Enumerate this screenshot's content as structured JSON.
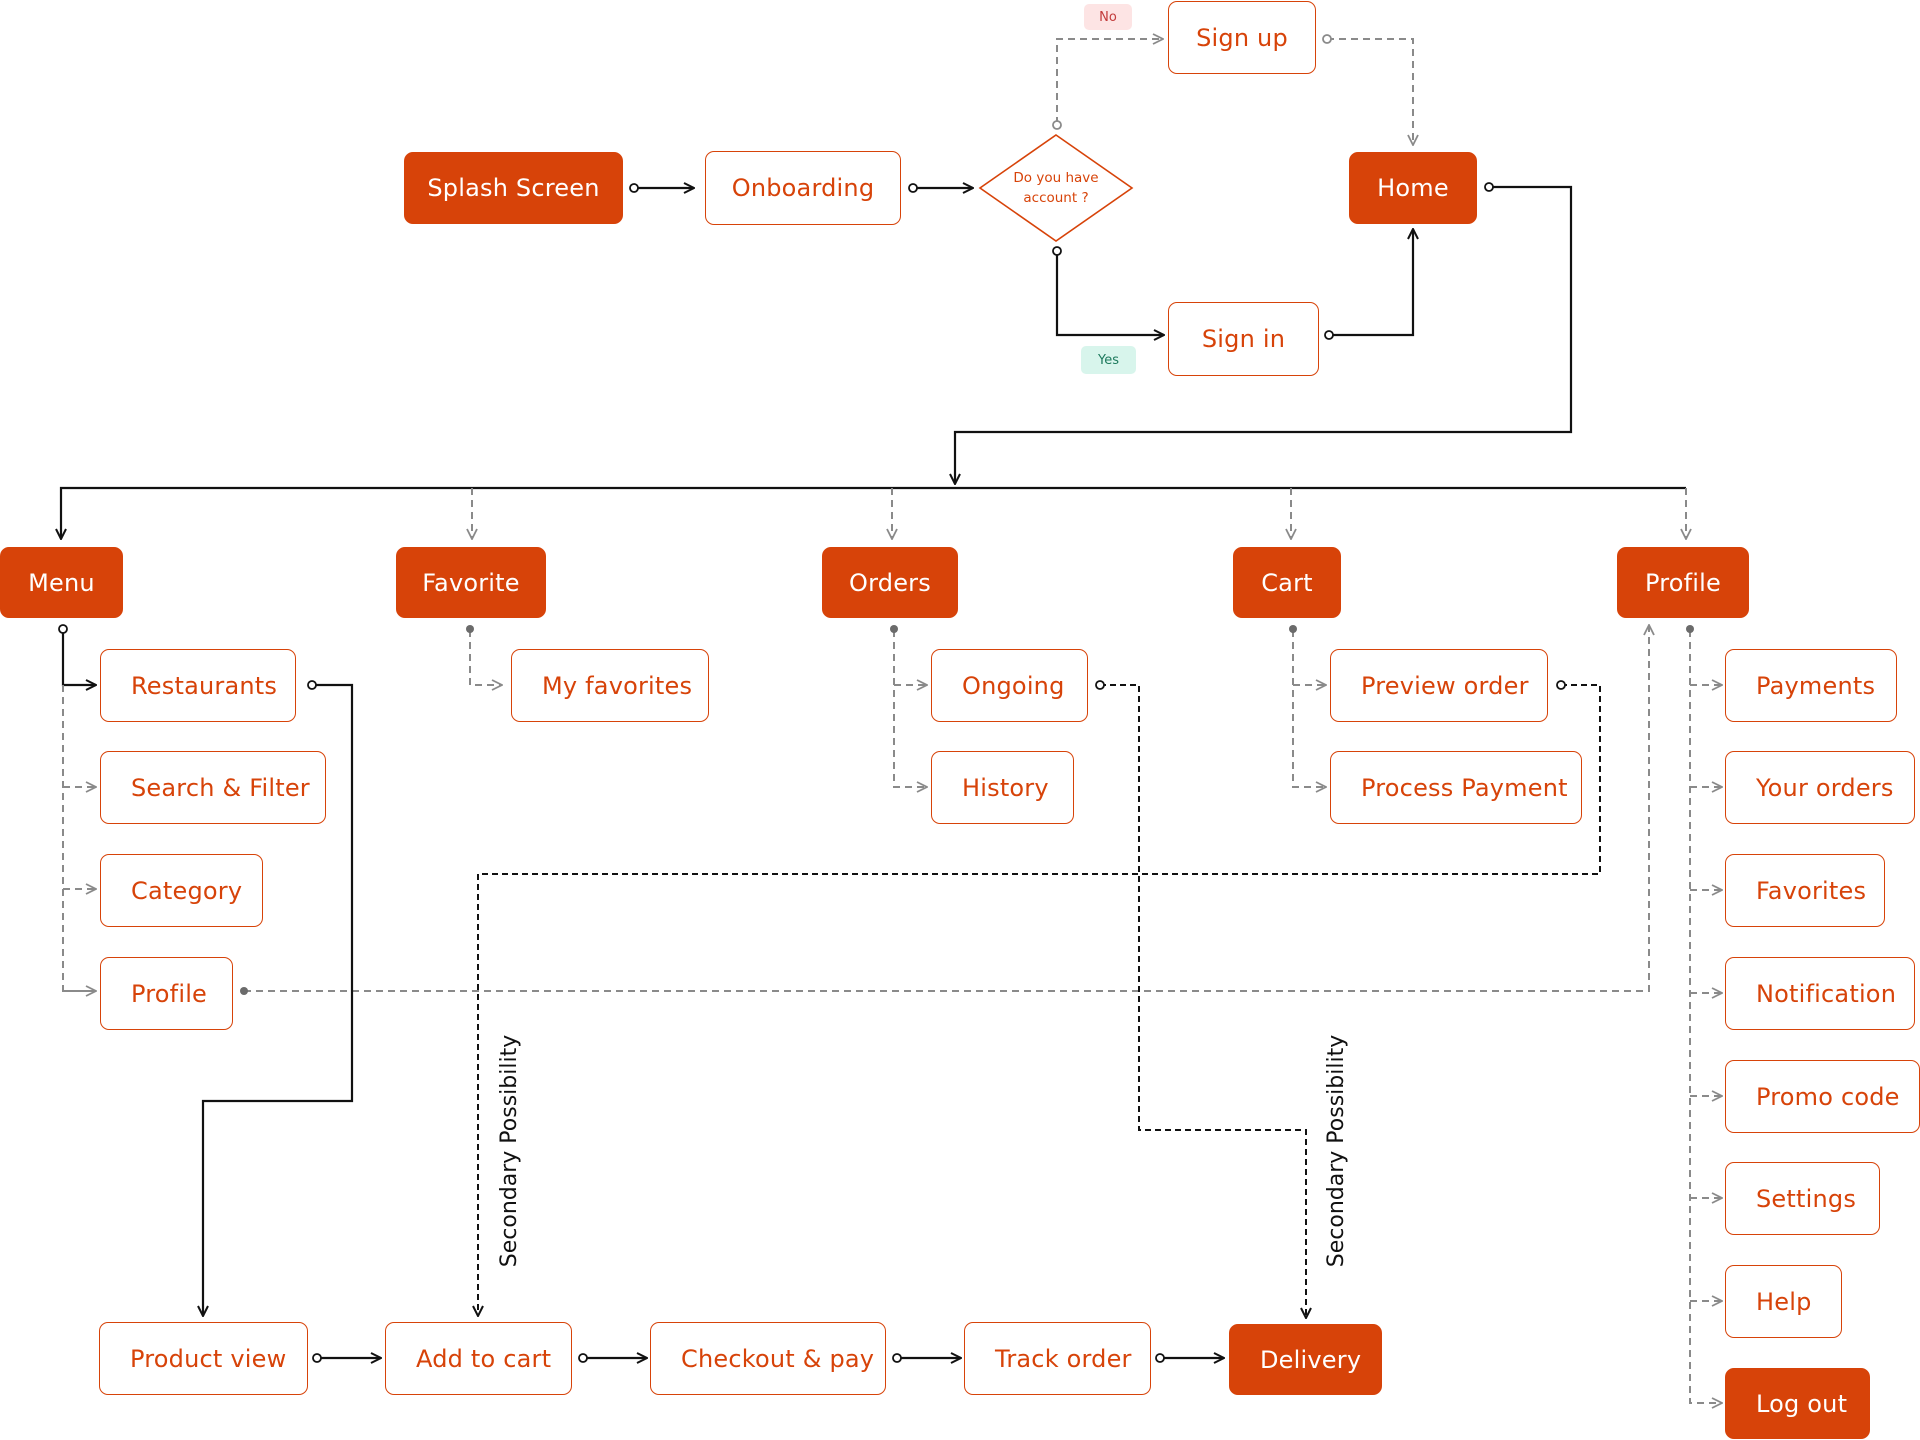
{
  "nodes": {
    "splash": "Splash Screen",
    "onboarding": "Onboarding",
    "decision": "Do you have account ?",
    "signup": "Sign up",
    "signin": "Sign in",
    "home": "Home",
    "menu": "Menu",
    "favorite": "Favorite",
    "orders": "Orders",
    "cart": "Cart",
    "profile": "Profile",
    "restaurants": "Restaurants",
    "search_filter": "Search & Filter",
    "category": "Category",
    "menu_profile": "Profile",
    "my_favorites": "My favorites",
    "ongoing": "Ongoing",
    "history": "History",
    "preview_order": "Preview order",
    "process_payment": "Process Payment",
    "payments": "Payments",
    "your_orders": "Your orders",
    "favorites": "Favorites",
    "notification": "Notification",
    "promo_code": "Promo code",
    "settings": "Settings",
    "help": "Help",
    "log_out": "Log out",
    "product_view": "Product view",
    "add_to_cart": "Add to cart",
    "checkout_pay": "Checkout & pay",
    "track_order": "Track order",
    "delivery": "Delivery"
  },
  "badges": {
    "no": "No",
    "yes": "Yes"
  },
  "labels": {
    "secondary_1": "Secondary Possibility",
    "secondary_2": "Secondary Possibility"
  },
  "colors": {
    "accent": "#d74309",
    "solid_line": "#111111",
    "dashed_line": "#8a8a8a",
    "background": "#ffffff"
  }
}
